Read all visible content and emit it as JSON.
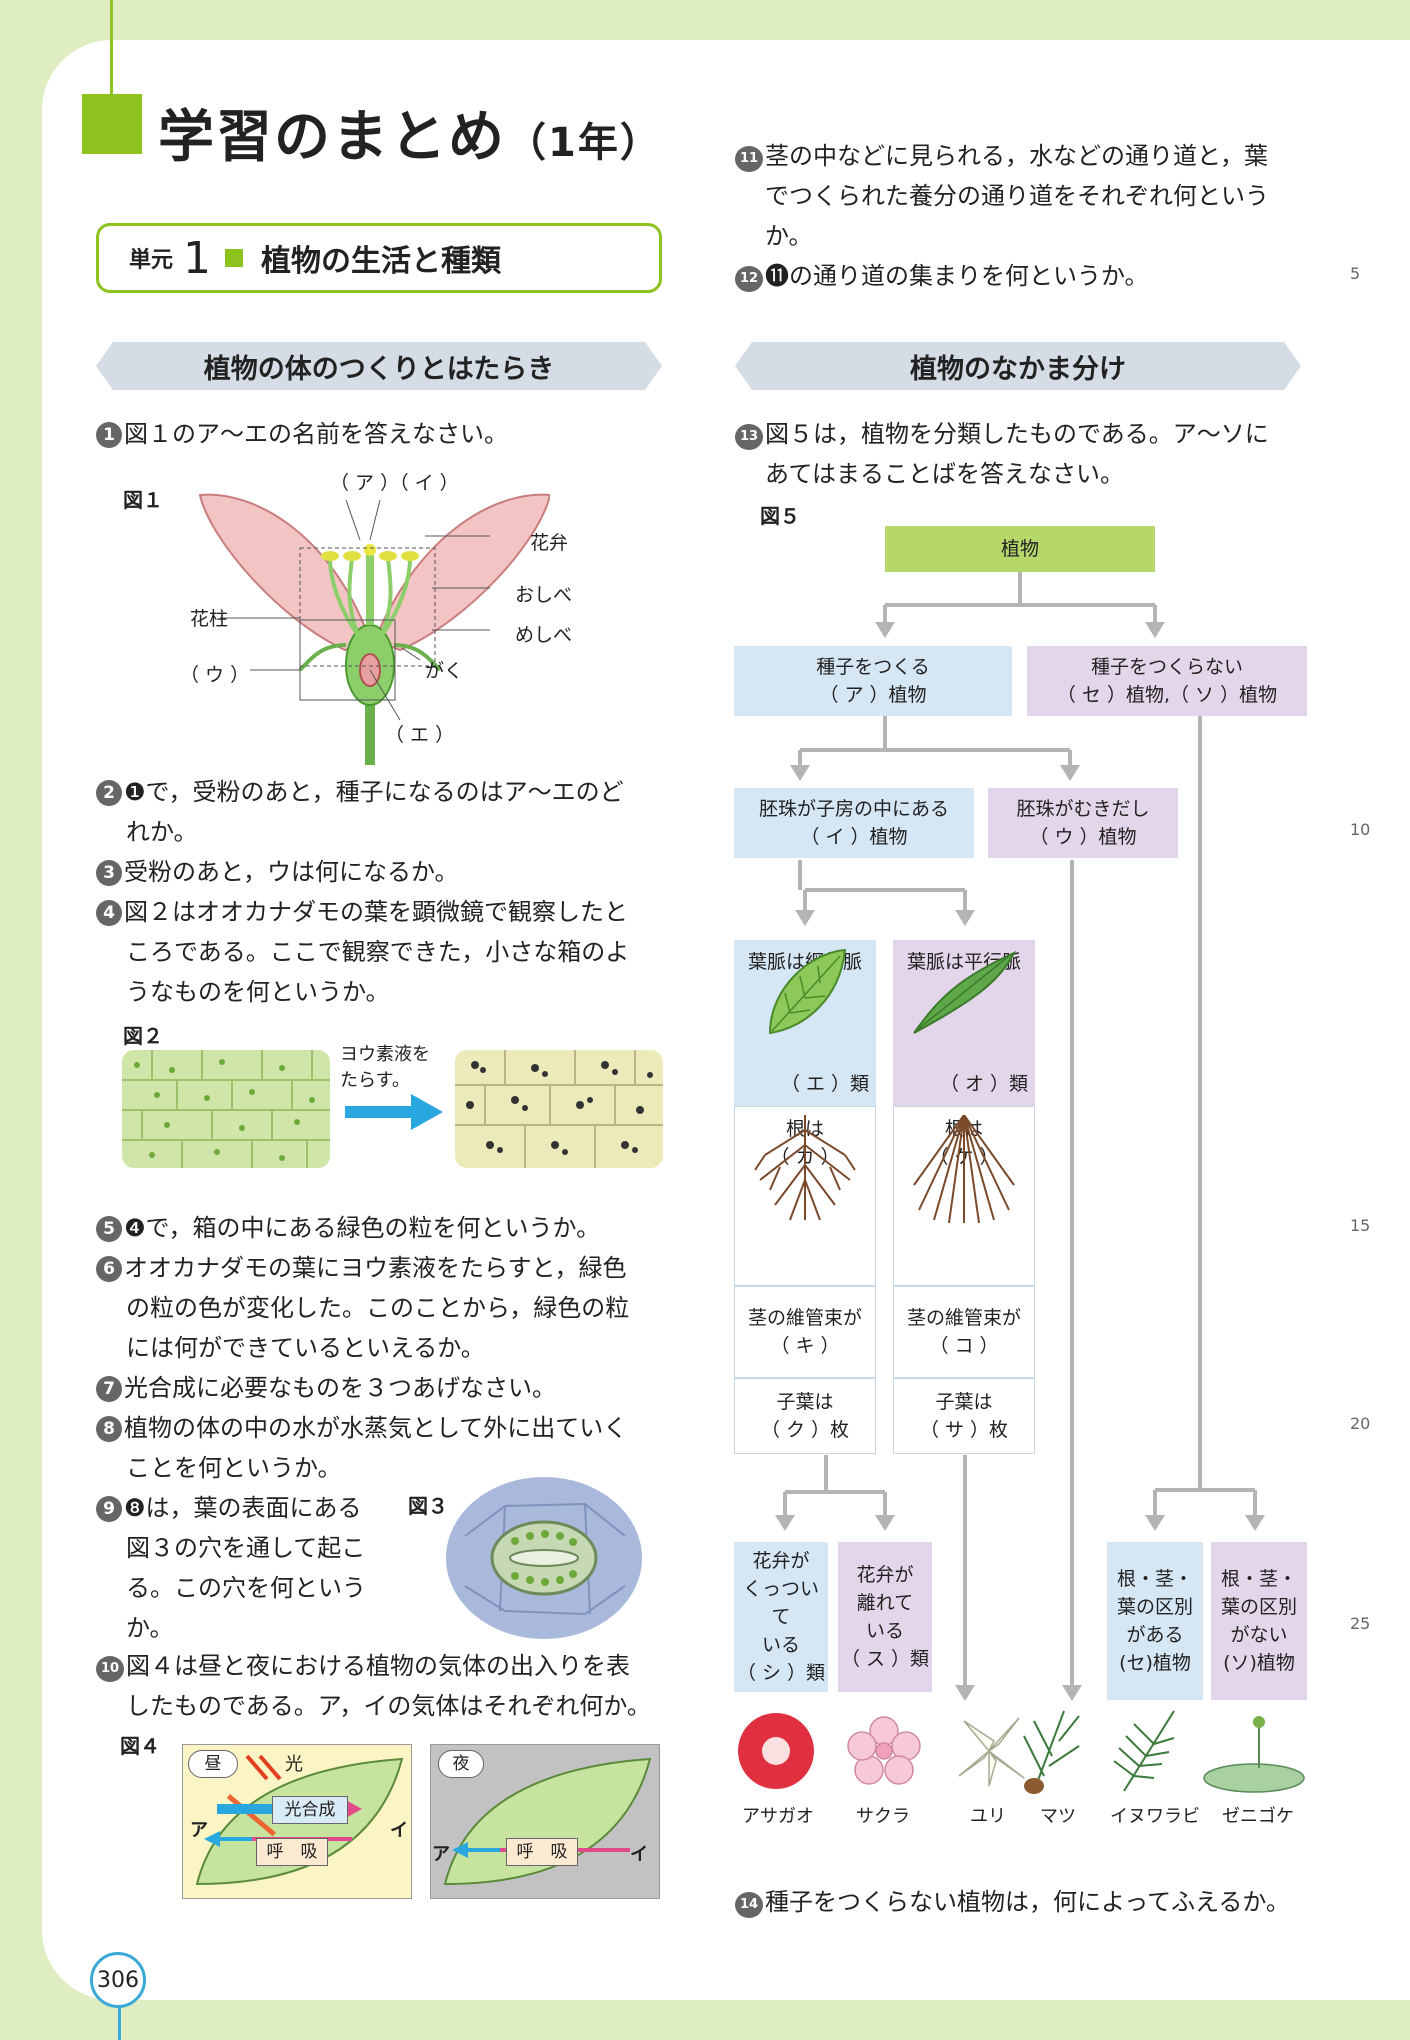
{
  "page": {
    "title": "学習のまとめ",
    "title_grade": "（1年）",
    "page_number": "306",
    "margin_numbers": [
      "5",
      "10",
      "15",
      "20",
      "25"
    ]
  },
  "unit": {
    "label": "単元",
    "number": "1",
    "name": "植物の生活と種類"
  },
  "sections": {
    "left": "植物の体のつくりとはたらき",
    "right": "植物のなかま分け"
  },
  "questions": {
    "q1": {
      "num": "1",
      "text": "図１のア～エの名前を答えなさい。"
    },
    "q2": {
      "num": "2",
      "text": "❶で，受粉のあと，種子になるのはア～エのど",
      "text2": "れか。"
    },
    "q3": {
      "num": "3",
      "text": "受粉のあと，ウは何になるか。"
    },
    "q4": {
      "num": "4",
      "text": "図２はオオカナダモの葉を顕微鏡で観察したと",
      "text2": "ころである。ここで観察できた，小さな箱のよ",
      "text3": "うなものを何というか。"
    },
    "q5": {
      "num": "5",
      "text": "❹で，箱の中にある緑色の粒を何というか。"
    },
    "q6": {
      "num": "6",
      "text": "オオカナダモの葉にヨウ素液をたらすと，緑色",
      "text2": "の粒の色が変化した。このことから，緑色の粒",
      "text3": "には何ができているといえるか。"
    },
    "q7": {
      "num": "7",
      "text": "光合成に必要なものを３つあげなさい。"
    },
    "q8": {
      "num": "8",
      "text": "植物の体の中の水が水蒸気として外に出ていく",
      "text2": "ことを何というか。"
    },
    "q9": {
      "num": "9",
      "text": "❽は，葉の表面にある",
      "text2": "図３の穴を通して起こ",
      "text3": "る。この穴を何という",
      "text4": "か。"
    },
    "q10": {
      "num": "10",
      "text": "図４は昼と夜における植物の気体の出入りを表",
      "text2": "したものである。ア，イの気体はそれぞれ何か。"
    },
    "q11": {
      "num": "11",
      "text": "茎の中などに見られる，水などの通り道と，葉",
      "text2": "でつくられた養分の通り道をそれぞれ何という",
      "text3": "か。"
    },
    "q12": {
      "num": "12",
      "text": "⓫の通り道の集まりを何というか。"
    },
    "q13": {
      "num": "13",
      "text": "図５は，植物を分類したものである。ア～ソに",
      "text2": "あてはまることばを答えなさい。"
    },
    "q14": {
      "num": "14",
      "text": "種子をつくらない植物は，何によってふえるか。"
    }
  },
  "fig1": {
    "label": "図１",
    "a_i": "（ ア ）（ イ ）",
    "petal": "花弁",
    "stamen": "おしべ",
    "pistil": "めしべ",
    "style": "花柱",
    "u": "（ ウ ）",
    "sepal": "がく",
    "e": "（ エ ）"
  },
  "fig2": {
    "label": "図２",
    "arrow_text1": "ヨウ素液を",
    "arrow_text2": "たらす。"
  },
  "fig3": {
    "label": "図３"
  },
  "fig4": {
    "label": "図４",
    "day": "昼",
    "light": "光",
    "photosynthesis": "光合成",
    "respiration": "呼　吸",
    "night": "夜",
    "a": "ア",
    "i": "イ"
  },
  "fig5": {
    "label": "図５",
    "root": "植物",
    "seed": {
      "l1": "種子をつくる",
      "l2": "（ ア ）植物"
    },
    "noseed": {
      "l1": "種子をつくらない",
      "l2": "（ セ ）植物,（ ソ ）植物"
    },
    "angio": {
      "l1": "胚珠が子房の中にある",
      "l2": "（ イ ）植物"
    },
    "gymno": {
      "l1": "胚珠がむきだし",
      "l2": "（ ウ ）植物"
    },
    "dicot": {
      "vein": "葉脈は網状脈",
      "cls": "（ エ ）類",
      "root1": "根は",
      "root2": "（ カ ）",
      "stem1": "茎の維管束が",
      "stem2": "（ キ ）",
      "coty1": "子葉は",
      "coty2": "（ ク ）枚"
    },
    "monocot": {
      "vein": "葉脈は平行脈",
      "cls": "（ オ ）類",
      "root1": "根は",
      "root2": "（ ケ ）",
      "stem1": "茎の維管束が",
      "stem2": "（ コ ）",
      "coty1": "子葉は",
      "coty2": "（ サ ）枚"
    },
    "sympet": {
      "l1": "花弁が",
      "l2": "くっついて",
      "l3": "いる",
      "l4": "（ シ ）類"
    },
    "choripet": {
      "l1": "花弁が",
      "l2": "離れて",
      "l3": "いる",
      "l4": "（ ス ）類"
    },
    "fern": {
      "l1": "根・茎・",
      "l2": "葉の区別",
      "l3": "がある",
      "l4": "(セ)植物"
    },
    "moss": {
      "l1": "根・茎・",
      "l2": "葉の区別",
      "l3": "がない",
      "l4": "(ソ)植物"
    },
    "plants": [
      "アサガオ",
      "サクラ",
      "ユリ",
      "マツ",
      "イヌワラビ",
      "ゼニゴケ"
    ]
  },
  "colors": {
    "accent": "#8dc21f",
    "blue": "#d5e6f5",
    "purple": "#e4d6ea",
    "arrow": "#b4b4b4"
  }
}
